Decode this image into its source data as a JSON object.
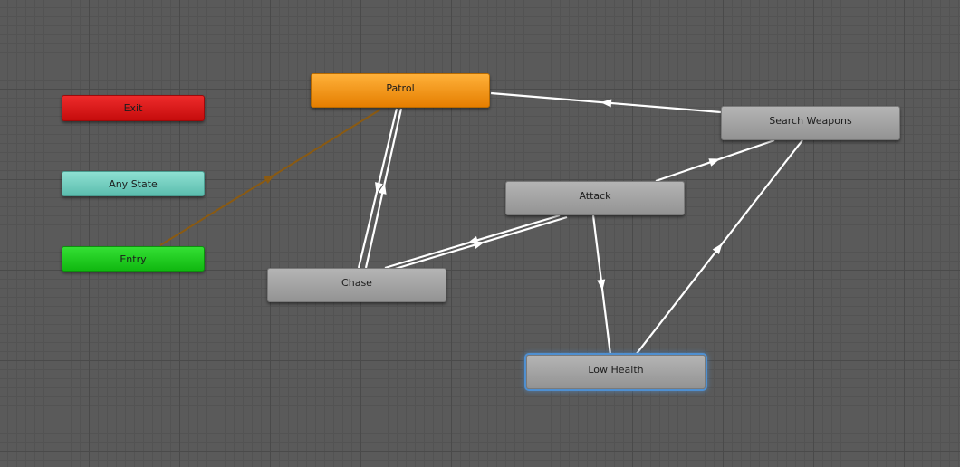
{
  "canvas": {
    "grid": "on",
    "background": "#5a5a5a"
  },
  "special_nodes": {
    "exit": {
      "label": "Exit",
      "color": "#d81414"
    },
    "any_state": {
      "label": "Any State",
      "color": "#71cfc1"
    },
    "entry": {
      "label": "Entry",
      "color": "#1ccb1c"
    }
  },
  "states": {
    "patrol": {
      "label": "Patrol",
      "role": "default",
      "color": "#f59a1c"
    },
    "search_weapons": {
      "label": "Search Weapons",
      "role": "normal"
    },
    "attack": {
      "label": "Attack",
      "role": "normal"
    },
    "chase": {
      "label": "Chase",
      "role": "normal"
    },
    "low_health": {
      "label": "Low Health",
      "role": "normal",
      "selected": true
    }
  },
  "state_color": "#a6a6a6",
  "transition_color": "#ffffff",
  "entry_transition_color": "#8a5a12",
  "transitions": [
    {
      "from": "entry",
      "to": "patrol",
      "kind": "entry"
    },
    {
      "from": "patrol",
      "to": "chase"
    },
    {
      "from": "chase",
      "to": "patrol"
    },
    {
      "from": "search_weapons",
      "to": "patrol"
    },
    {
      "from": "attack",
      "to": "search_weapons"
    },
    {
      "from": "attack",
      "to": "chase"
    },
    {
      "from": "chase",
      "to": "attack"
    },
    {
      "from": "attack",
      "to": "low_health"
    },
    {
      "from": "low_health",
      "to": "search_weapons"
    }
  ]
}
